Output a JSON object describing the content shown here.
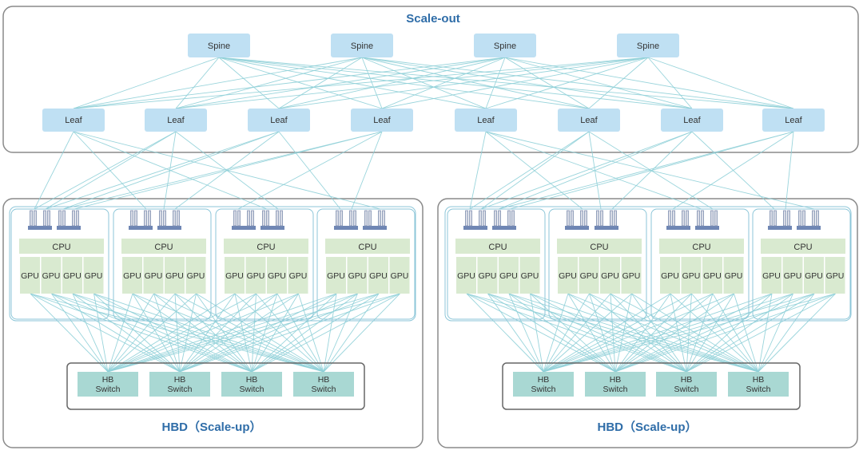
{
  "scale_out": {
    "title": "Scale-out",
    "spine_label": "Spine",
    "leaf_label": "Leaf"
  },
  "hbd": {
    "title": "HBD（Scale-up）",
    "cpu_label": "CPU",
    "gpu_label": "GPU",
    "switch_line1": "HB",
    "switch_line2": "Switch"
  },
  "colors": {
    "spine_fill": "#bfe0f3",
    "link_line": "#8fd0d8",
    "cpu_gpu_fill": "#d9ead0",
    "switch_fill": "#a9d8d3",
    "title_text": "#2f6da8",
    "nic": "#6f86b4"
  }
}
